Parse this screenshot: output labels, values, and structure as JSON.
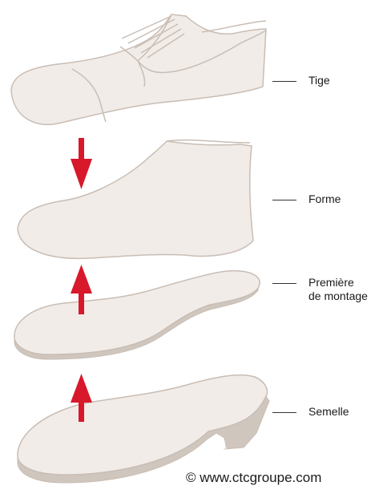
{
  "colors": {
    "part_fill": "#f1ece8",
    "part_stroke": "#c9bdb4",
    "part_shade": "#cfc6be",
    "arrow": "#d7192b"
  },
  "labels": {
    "tige": "Tige",
    "forme": "Forme",
    "premiere_line1": "Première",
    "premiere_line2": "de montage",
    "semelle": "Semelle"
  },
  "arrows": [
    {
      "direction": "down",
      "icon": "arrow-down-icon"
    },
    {
      "direction": "up",
      "icon": "arrow-up-icon"
    },
    {
      "direction": "up",
      "icon": "arrow-up-icon"
    }
  ],
  "copyright": "© www.ctcgroupe.com"
}
